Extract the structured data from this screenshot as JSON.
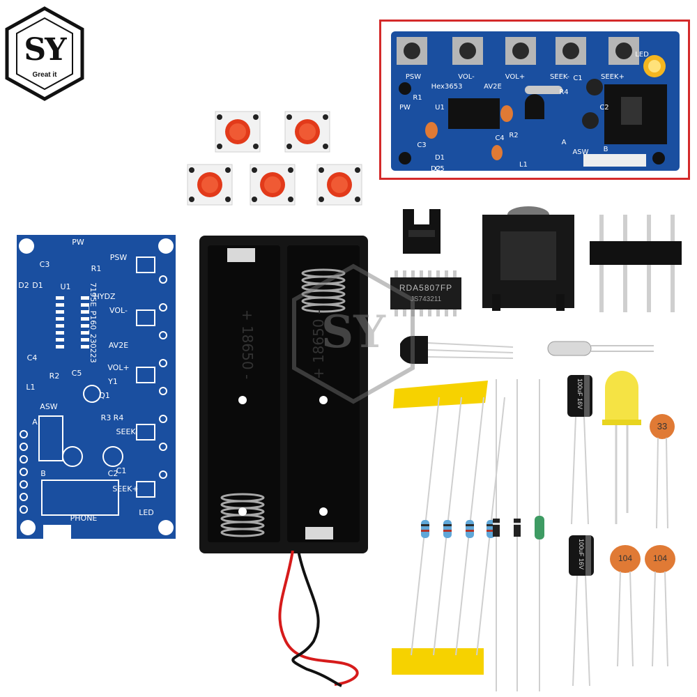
{
  "brand": {
    "logo_letters": "SY",
    "tagline": "Great it"
  },
  "inset": {
    "labels": [
      "PSW",
      "VOL-",
      "VOL+",
      "SEEK-",
      "SEEK+",
      "LED",
      "PW",
      "Hex3653",
      "AV2E",
      "U1",
      "R1",
      "R2",
      "R4",
      "C1",
      "C2",
      "C3",
      "C4",
      "C5",
      "D1",
      "D2",
      "L1",
      "ASW",
      "A",
      "B"
    ],
    "border_color": "#d42a2a"
  },
  "pcb": {
    "labels": [
      "PW",
      "C3",
      "R1",
      "D2",
      "D1",
      "U1",
      "PSW",
      "HYDZ",
      "VOL-",
      "AV2E",
      "VOL+",
      "C4",
      "C5",
      "R2",
      "Y1",
      "Q1",
      "L1",
      "ASW",
      "R3",
      "R4",
      "SEEK-",
      "C2",
      "C1",
      "SEEK+",
      "A",
      "B",
      "PHONE",
      "LED"
    ],
    "board_id": "7195E_P160_230223",
    "color": "#1a4fa0"
  },
  "chip": {
    "marking_1": "RDA5807FP",
    "marking_2": "JS743211"
  },
  "capacitors": {
    "electrolytic_1": "100uF 16V",
    "electrolytic_2": "100uF 16V",
    "ceramic_1": "33",
    "ceramic_2": "104",
    "ceramic_3": "104"
  },
  "battery_holder": {
    "marking": "+ 18650 -"
  },
  "colors": {
    "pcb_blue": "#1a4fa0",
    "button_red": "#e23a1a",
    "led_yellow": "#f4e23a",
    "ceramic_orange": "#e07a35",
    "tape_yellow": "#f6d200"
  }
}
